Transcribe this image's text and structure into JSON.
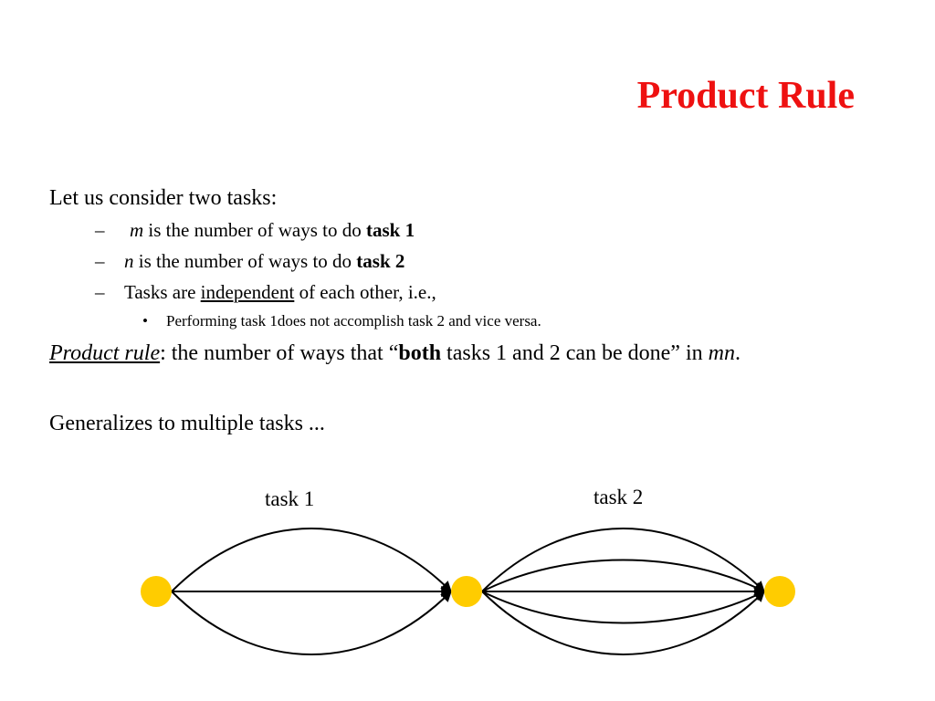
{
  "title": "Product Rule",
  "line1": "Let us consider two tasks:",
  "item_m": {
    "dash": "–",
    "var": "m",
    "text": " is the number of ways to do ",
    "task": "task 1"
  },
  "item_n": {
    "dash": "–",
    "var": "n",
    "text": " is the number of ways to do ",
    "task": "task 2"
  },
  "item_indep": {
    "dash": "–",
    "pre": "Tasks are ",
    "underlined": "independent",
    "post": " of each other, i.e.,"
  },
  "sub_bullet": {
    "bullet": "•",
    "text": "Performing task 1does not accomplish task 2 and vice versa."
  },
  "product_rule": {
    "term": "Product rule",
    "pre": ": the number of ways that “",
    "bold": "both",
    "mid": " tasks 1 and 2 can be done” in ",
    "var": "mn",
    "end": "."
  },
  "generalizes": "Generalizes to multiple tasks ...",
  "diagram": {
    "task1_label": "task 1",
    "task2_label": "task 2",
    "task1_ways": 3,
    "task2_ways": 5,
    "node_color": "#ffcc00",
    "edge_color": "#000000"
  }
}
